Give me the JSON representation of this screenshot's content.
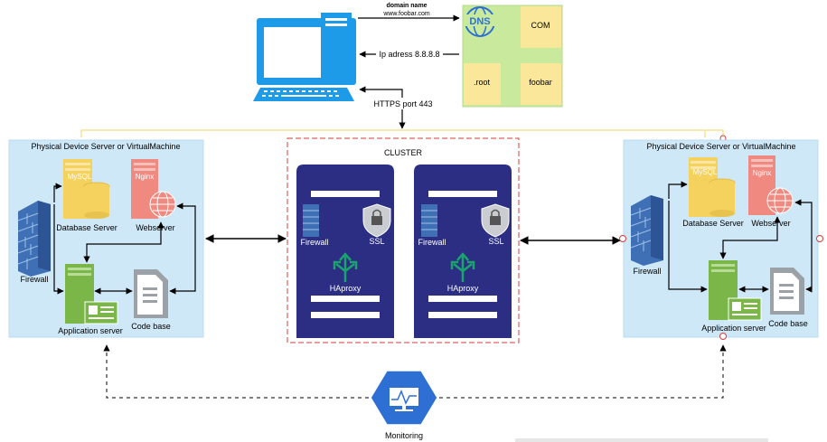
{
  "top": {
    "domain_label_line1": "domain name",
    "domain_label_line2": "www.foobar.com",
    "ip_label": "Ip adress 8.8.8.8",
    "https_label": "HTTPS port 443"
  },
  "dns": {
    "badge": "DNS",
    "com": "COM",
    "root": ".root",
    "foobar": "foobar"
  },
  "left_server": {
    "title": "Physical Device Server or VirtualMachine",
    "mysql": "MySQL",
    "nginx": "Nginx",
    "database_label": "Database Server",
    "webserver_label": "Webserver",
    "firewall_label": "Firewall",
    "appserver_label": "Application server",
    "codebase_label": "Code base"
  },
  "right_server": {
    "title": "Physical Device Server or VirtualMachine",
    "mysql": "MySQL",
    "nginx": "Nginx",
    "database_label": "Database Server",
    "webserver_label": "Webserver",
    "firewall_label": "Firewall",
    "appserver_label": "Application server",
    "codebase_label": "Code base"
  },
  "cluster": {
    "title": "CLUSTER",
    "nodes": [
      {
        "firewall": "Firewall",
        "ssl": "SSL",
        "haproxy": "HAproxy"
      },
      {
        "firewall": "Firewall",
        "ssl": "SSL",
        "haproxy": "HAproxy"
      }
    ]
  },
  "monitoring": {
    "label": "Monitoring"
  },
  "colors": {
    "server_bg": "#cfe8f7",
    "node_bg": "#2b2e83",
    "firewall": "#3f6fb5",
    "mysql": "#f5d15e",
    "nginx": "#f08a80",
    "app": "#7ab648",
    "codebase": "#9aa2a8",
    "dns_green": "#c9ea9c",
    "sticky": "#fbe79a",
    "monitor_blue": "#2e6fd4",
    "cluster_border": "#d63b3b",
    "cable": "#f2d65c"
  }
}
